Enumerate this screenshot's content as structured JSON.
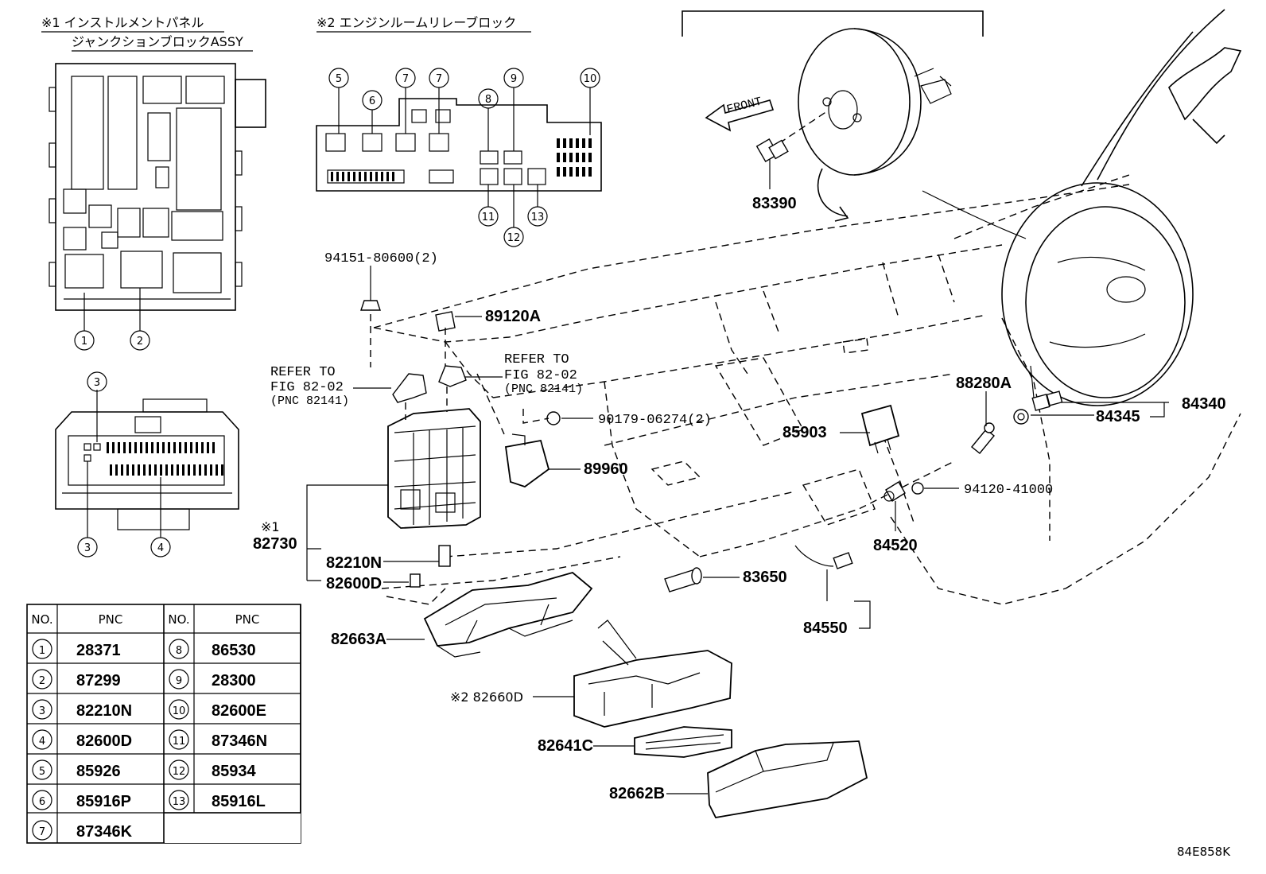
{
  "headers": {
    "block1_line1": "※1 インストルメントパネル",
    "block1_line2": "ジャンクションブロックASSY",
    "block2": "※2 エンジンルームリレーブロック"
  },
  "front_label": "FRONT",
  "callouts": {
    "c1": "1",
    "c2": "2",
    "c3a": "3",
    "c3b": "3",
    "c4": "4",
    "c5": "5",
    "c6": "6",
    "c7a": "7",
    "c7b": "7",
    "c8": "8",
    "c9": "9",
    "c10": "10",
    "c11": "11",
    "c12": "12",
    "c13": "13"
  },
  "refer1": {
    "l1": "REFER TO",
    "l2": "FIG 82-02",
    "l3": "(PNC 82141)"
  },
  "refer2": {
    "l1": "REFER TO",
    "l2": "FIG 82-02",
    "l3": "(PNC 82141)"
  },
  "parts": {
    "p83390": "83390",
    "p94151": "94151-80600(2)",
    "p89120A": "89120A",
    "p90179": "90179-06274(2)",
    "p89960": "89960",
    "p82730_mark": "※1",
    "p82730": "82730",
    "p82210N": "82210N",
    "p82600D": "82600D",
    "p82663A": "82663A",
    "p82660D": "※2 82660D",
    "p82641C": "82641C",
    "p82662B": "82662B",
    "p85903": "85903",
    "p88280A": "88280A",
    "p84340": "84340",
    "p84345": "84345",
    "p94120": "94120-41000",
    "p84520": "84520",
    "p83650": "83650",
    "p84550": "84550"
  },
  "table": {
    "headers": [
      "NO.",
      "PNC",
      "NO.",
      "PNC"
    ],
    "left": [
      {
        "no": "1",
        "pnc": "28371"
      },
      {
        "no": "2",
        "pnc": "87299"
      },
      {
        "no": "3",
        "pnc": "82210N"
      },
      {
        "no": "4",
        "pnc": "82600D"
      },
      {
        "no": "5",
        "pnc": "85926"
      },
      {
        "no": "6",
        "pnc": "85916P"
      },
      {
        "no": "7",
        "pnc": "87346K"
      }
    ],
    "right": [
      {
        "no": "8",
        "pnc": "86530"
      },
      {
        "no": "9",
        "pnc": "28300"
      },
      {
        "no": "10",
        "pnc": "82600E"
      },
      {
        "no": "11",
        "pnc": "87346N"
      },
      {
        "no": "12",
        "pnc": "85934"
      },
      {
        "no": "13",
        "pnc": "85916L"
      }
    ]
  },
  "figure_code": "84E858K"
}
